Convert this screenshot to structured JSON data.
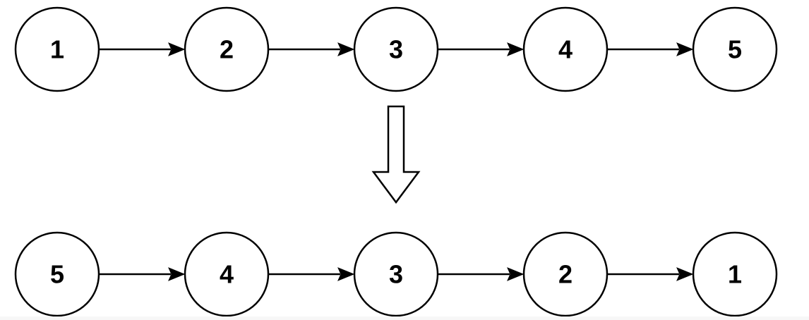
{
  "diagram": {
    "type": "linked-list-reversal",
    "top_list": {
      "nodes": [
        "1",
        "2",
        "3",
        "4",
        "5"
      ]
    },
    "bottom_list": {
      "nodes": [
        "5",
        "4",
        "3",
        "2",
        "1"
      ]
    },
    "colors": {
      "stroke": "#000000",
      "fill": "#ffffff",
      "text": "#000000"
    }
  }
}
